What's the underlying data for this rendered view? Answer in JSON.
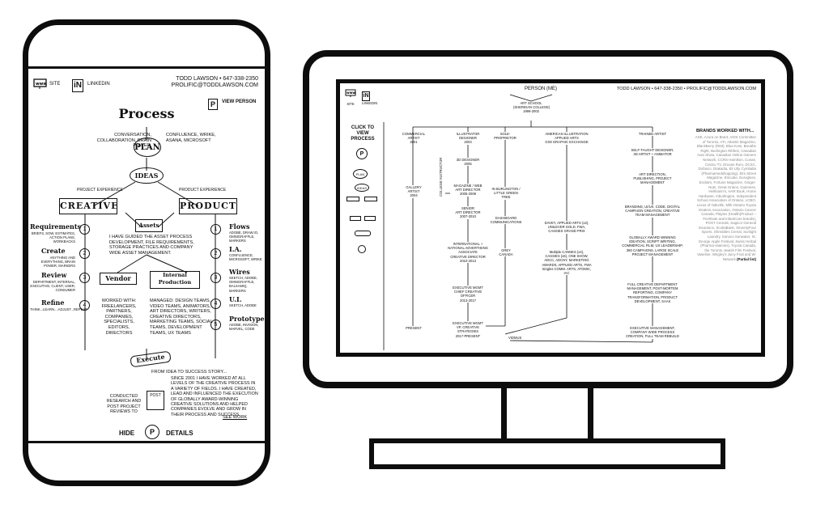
{
  "phone": {
    "nav": {
      "site_label": "SITE",
      "linkedin_label": "LINKEDIN"
    },
    "contact": {
      "line1": "TODD LAWSON • 647-338-2350",
      "line2": "PROLIFIC@TODDLAWSON.COM"
    },
    "view_person": "VIEW PERSON",
    "process_title": "Process",
    "plan": {
      "label": "PLAN",
      "left": "CONVERSATION, COLLABORATION, BRAIN POWER,",
      "right": "CONFLUENCE, WRIKE, ASANA, MICROSOFT"
    },
    "ideas_label": "IDEAS",
    "project_experience": "PROJECT EXPERIENCE",
    "product_experience": "PRODUCT EXPERIENCE",
    "creative_label": "CREATIVE",
    "product_label": "PRODUCT",
    "assets_label": "Assets",
    "assets_text": "I HAVE GUIDED THE ASSET PROCESS DEVELOPMENT, FILE REQUIREMENTS, STORAGE PRACTICES AND COMPANY WIDE ASSET MANAGEMENT.",
    "left_steps": [
      {
        "num": "1",
        "title": "Requirements",
        "desc": "BRIEFS, SOW, ESTIMATES, ACTION PLANS, WORKBACKS"
      },
      {
        "num": "2",
        "title": "Create",
        "desc": "ANYTHING AND EVERYTHING, BRAIN POWER, MARKERS"
      },
      {
        "num": "3",
        "title": "Review",
        "desc": "DEPARTMENT, INTERNAL, EXECUTIVE, CLIENT, USER, CONSUMER"
      },
      {
        "num": "4",
        "title": "Refine",
        "desc": "THINK...LEARN....ADJUST...REPEAT"
      }
    ],
    "right_steps": [
      {
        "num": "1",
        "title": "Flows",
        "desc": "ADOBE, DRAW.IO, OMNIGRAFFLE, MARKERS"
      },
      {
        "num": "2",
        "title": "I.A.",
        "desc": "CONFLUENCE, MICROSOFT, WRIKE"
      },
      {
        "num": "3",
        "title": "Wires",
        "desc": "SKETCH, ADOBE, OMNIGRAFFLE, BALSAMIQ, MARKERS"
      },
      {
        "num": "4",
        "title": "U.I.",
        "desc": "SKETCH, ADOBE"
      },
      {
        "num": "5",
        "title": "Prototype",
        "desc": "ADOBE, INVISION, MARVEL, CODE"
      }
    ],
    "vendor_label": "Vendor",
    "internal_label": "Internal Production",
    "vendor_text": "WORKED WITH: FREELANCERS, PARTNERS, COMPANIES, SPECIALISTS, EDITORS, DIRECTORS",
    "internal_text": "MANAGED: DESIGN TEAMS, VIDEO TEAMS, ANIMATORS, ART DIRECTORS, WRITERS, CREATIVE DIRECTORS, MARKETING TEAMS, SOCIAL TEAMS, DEVELOPMENT TEAMS, UX TEAMS",
    "execute_label": "Execute",
    "story_title": "FROM IDEA TO SUCCESS STORY...",
    "story_text": "SINCE 2001 I HAVE WORKED AT ALL LEVELS OF THE CREATIVE PROCESS IN A VARIETY OF FIELDS. I HAVE CREATED, LEAD AND INFLUENCED THE EXECUTION OF GLOBALLY AWARD-WINNING CREATIVE SOLUTIONS AND HELPED COMPANIES EVOLVE AND GROW IN THEIR PROCESS AND SUCCESS.",
    "see_work": "SEE WORK",
    "post_label": "POST",
    "research_text": "CONDUCTED RESEARCH AND POST PROJECT REVIEWS TO",
    "hide_label": "HIDE",
    "details_label": "DETAILS"
  },
  "desktop": {
    "nav": {
      "site_label": "SITE",
      "linkedin_label": "LINKEDIN"
    },
    "contact": "TODD LAWSON • 647-338-2350 • PROLIFIC@TODDLAWSON.COM",
    "person_title": "PERSON (ME)",
    "art_school": [
      "ART SCHOOL",
      "(SHERIDAN COLLEGE)",
      "1999-2002"
    ],
    "click_process": "CLICK TO VIEW PROCESS",
    "col1": {
      "top": [
        "COMMERCIAL",
        "ARTIST",
        "2001"
      ],
      "mid": [
        "GALLERY",
        "ARTIST",
        "2004"
      ],
      "bottom": "PRESENT"
    },
    "col2": [
      [
        "ILLUSTRATOR",
        "DESIGNER",
        "2003"
      ],
      [
        "3D DESIGNER",
        "2005"
      ],
      [
        "MAGAZINE / WEB",
        "ART DIRECTOR",
        "2005-2008"
      ],
      [
        "SENIOR",
        "ART DIRECTOR",
        "2007-2010"
      ],
      [
        "INTERNATIONAL + NATIONAL ADVERTISING",
        "ASSOCIATE",
        "CREATIVE DIRECTOR",
        "2010-2013"
      ],
      [
        "EXECUTIVE MGMT",
        "CHIEF CREATIVE",
        "OFFICER",
        "2013-2017"
      ],
      [
        "EXECUTIVE MGMT",
        "VP, CREATIVE",
        "STRATEGIES",
        "2017-PRESENT"
      ]
    ],
    "instructor": "COLLEGE INSTRUCTOR",
    "col3": [
      [
        "SOLE-",
        "PROPRIETOR"
      ],
      [
        "IN BURLINGTON /",
        "LITTLE GREEN",
        "TREE"
      ],
      [
        "DASHBOARD",
        "COMMUNICATIONS"
      ],
      [
        "GREY",
        "CANADA"
      ]
    ],
    "vidmus": "VIDMUS",
    "col4": [
      [
        "AMERICAN ILLUSTRATION",
        "APPLIED ARTS",
        "GX8 GRAPHIC EXCHANGE"
      ],
      [
        "DAVEY, APPLIED ARTS (x2),",
        "UNILEVER GOLD, FWA,",
        "CASSIES GRAND PRIX"
      ],
      [
        "Multiple CANNES (x2),",
        "CASSIES (x6), ONE SHOW,",
        "ADCC, ADCNY, MARKETING",
        "AWARDS, APPLIED ARTS, FWA",
        "Singles COMM. ARTS, ATOMIC,",
        "IAC"
      ]
    ],
    "col5": [
      [
        "TRAINED ARTIST"
      ],
      [
        "SELF-TAUGHT DESIGNER,",
        "3D ARTIST + ANIMATOR"
      ],
      [
        "ART DIRECTION,",
        "PUBLISHING, PROJECT",
        "MANAGEMENT"
      ],
      [
        "BRANDING, UI/UX, CODE, DIGITAL",
        "CAMPAIGN CREATION, CREATIVE",
        "TEAM MANAGEMENT"
      ],
      [
        "GLOBALLY AWARD WINNING",
        "IDEATION, SCRIPT WRITING,",
        "COMMERCIAL FILM, UX LEADERSHIP,",
        "360 CAMPAIGNS, LARGE SCALE",
        "PROJECT MANAGEMENT"
      ],
      [
        "FULL CREATIVE DEPARTMENT",
        "MANAGEMENT, POST-MORTEM",
        "REPORTING, COMPANY",
        "TRANSFORMATION, PRODUCT",
        "DEVELOPMENT, SAAS"
      ],
      [
        "EXECUTIVE MANAGEMENT,",
        "COMPANY WIDE PROCESS",
        "CREATION, FULL TEAM REBUILD"
      ]
    ],
    "brands_title": "BRANDS WORKED WITH...",
    "brands_text": "AXE, Acura on Brant, AIDS Committee of Toronto, ATI, Atlantis Magazine, BlackBerry (RIM), Blue-Kote, Breathe Right, Burlington Ribfest, Canadian Auto Show, Canadian Online Gamers Network, CCRS Hamilton, Conair, Costco TV, Druxan Rum, DCSC, Dofasco, Diakadia, Eli Lilly Cymbalta (Pharmamedshopping), Elm Street Magazine, Emcube, Eurogloss, Exclaim, Fortune Magazine, Ginger-Nuts, Great Grains, Guinness, Hellmann's, HAR Book, Home Hardware, Inburlington, Independent School Association of Ontario, LCBO, Lexus of Oakville, Milk Ontario Toyota Dealers Association, Ontario Cancer Canada, Playtex (Health)Product – FeelGate and InfantCare brands), POST Cereals, Sagicor General Insurance, ScotiaBank, SeventyFour Sports, Shreddies Cereal, Sunlight Laundry, Sunoco Sunwater, St. George Apple Festival, Swiss Herbal (Pharma-vitamins), Toyota Canada, the Toronto Jewish Film Festival, Vaseline, Wrigley's Juicy Fruit and W-Network",
    "brands_partial": "(Partial list)"
  }
}
